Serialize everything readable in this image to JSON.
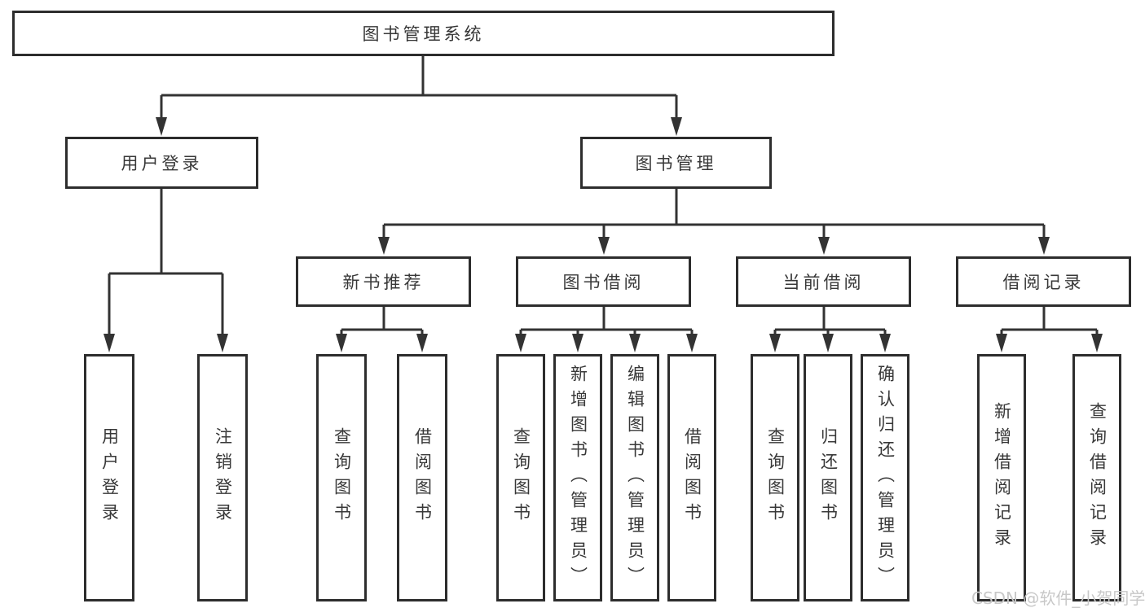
{
  "colors": {
    "line": "#333333",
    "border": "#2d2d2d",
    "text": "#383838",
    "background": "#ffffff",
    "watermark": "#c8c8c8"
  },
  "nodes": {
    "root": "图书管理系统",
    "user_login": "用户登录",
    "book_management": "图书管理",
    "new_book_recommend": "新书推荐",
    "book_borrow": "图书借阅",
    "current_borrow": "当前借阅",
    "borrow_records": "借阅记录",
    "leaf_user_login": "用户登录",
    "leaf_logout": "注销登录",
    "leaf_nb_query_book": "查询图书",
    "leaf_nb_borrow_book": "借阅图书",
    "leaf_bb_query_book": "查询图书",
    "leaf_bb_add_book_admin": "新增图书（管理员）",
    "leaf_bb_edit_book_admin": "编辑图书（管理员）",
    "leaf_bb_borrow_book": "借阅图书",
    "leaf_cb_query_book": "查询图书",
    "leaf_cb_return_book": "归还图书",
    "leaf_cb_confirm_return_admin": "确认归还（管理员）",
    "leaf_br_add_record": "新增借阅记录",
    "leaf_br_query_record": "查询借阅记录"
  },
  "watermark": {
    "text": "CSDN @软件_小贺同学"
  }
}
